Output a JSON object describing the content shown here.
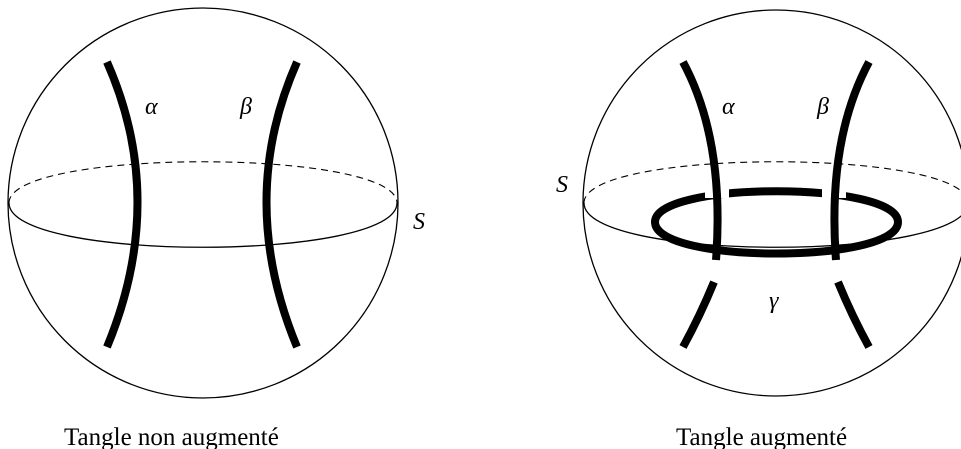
{
  "left_figure": {
    "alpha_label": "α",
    "beta_label": "β",
    "sphere_label": "S",
    "caption": "Tangle non augmenté"
  },
  "right_figure": {
    "alpha_label": "α",
    "beta_label": "β",
    "gamma_label": "γ",
    "sphere_label": "S",
    "caption": "Tangle augmenté"
  }
}
